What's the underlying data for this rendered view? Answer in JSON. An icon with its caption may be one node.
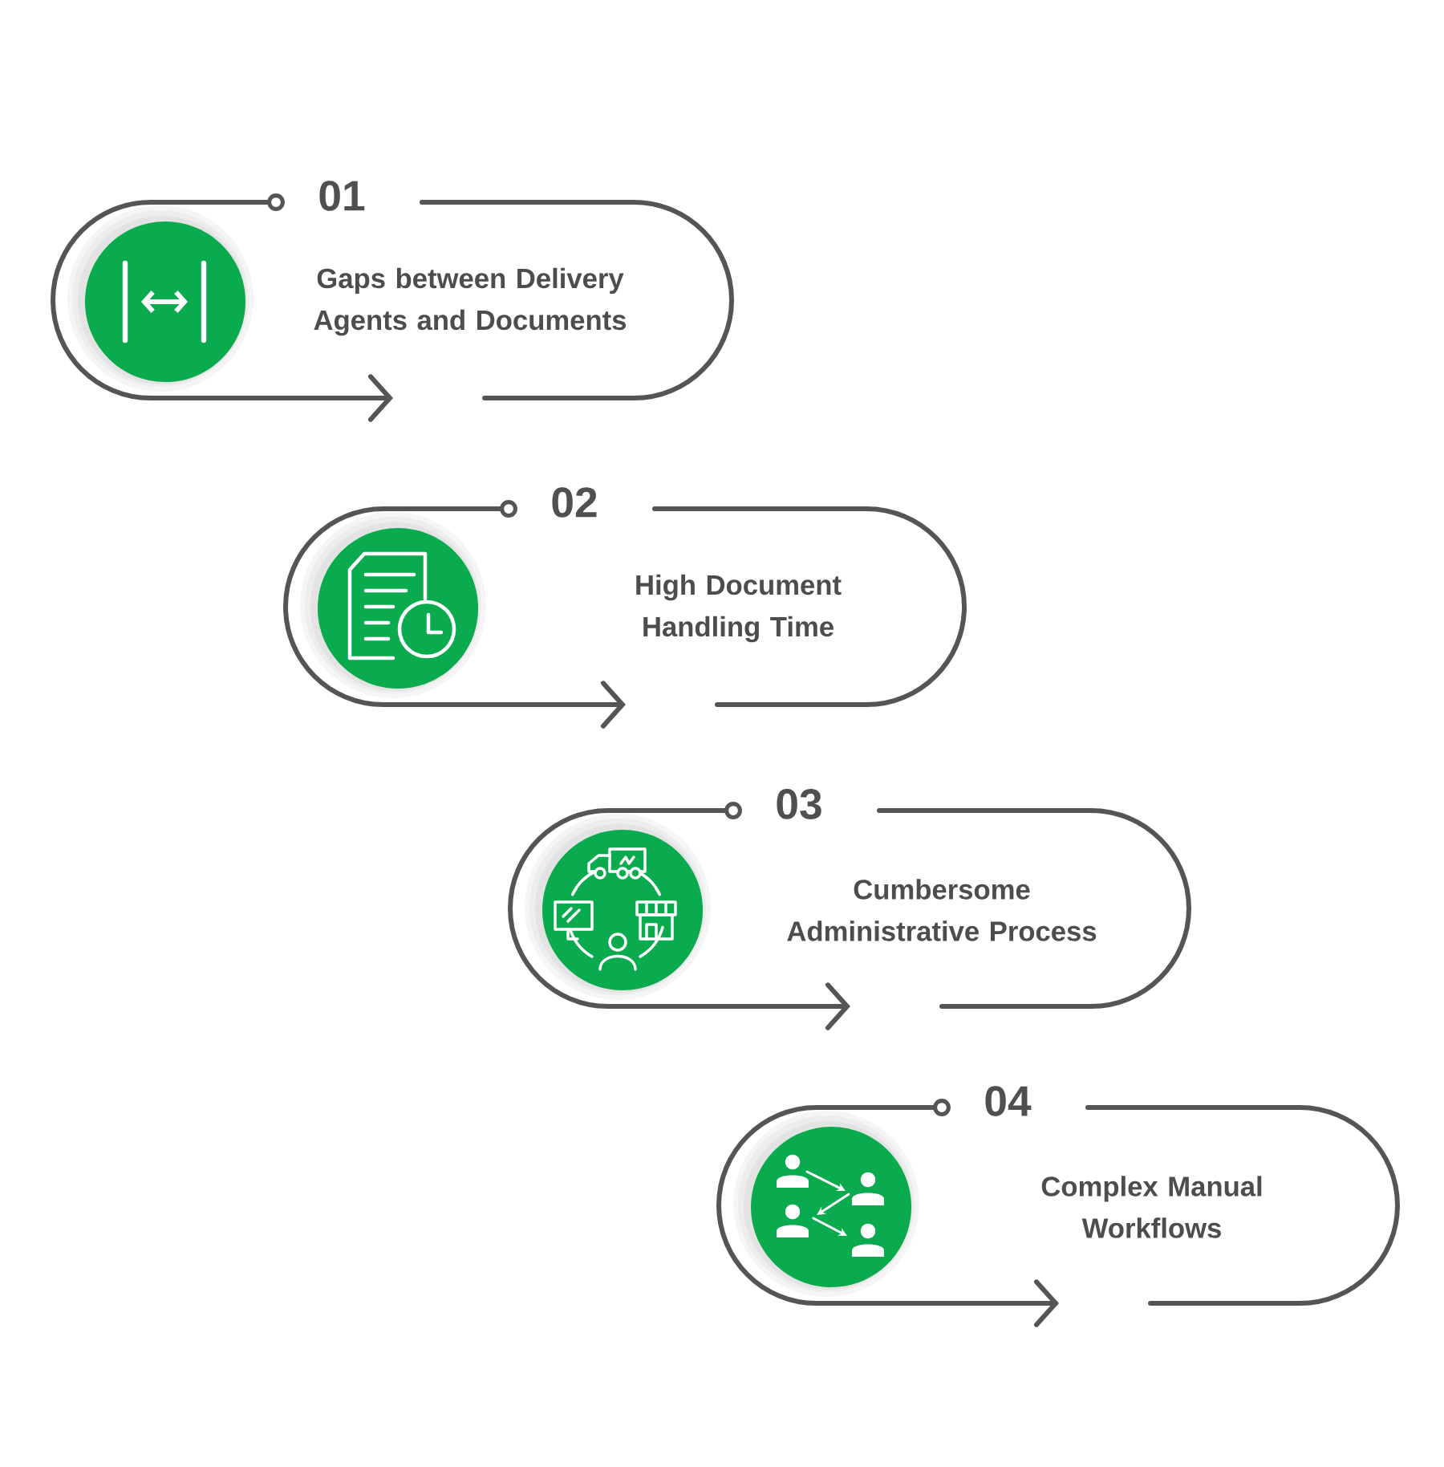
{
  "diagram": {
    "nodes": [
      {
        "text": [
          "01",
          "Gaps between Delivery Agents and Documents"
        ]
      },
      {
        "text": [
          "02",
          "High Document Handling Time"
        ]
      },
      {
        "text": [
          "03",
          "Cumbersome Administrative Process"
        ]
      },
      {
        "text": [
          "04",
          "Complex Manual Workflows"
        ]
      }
    ]
  }
}
